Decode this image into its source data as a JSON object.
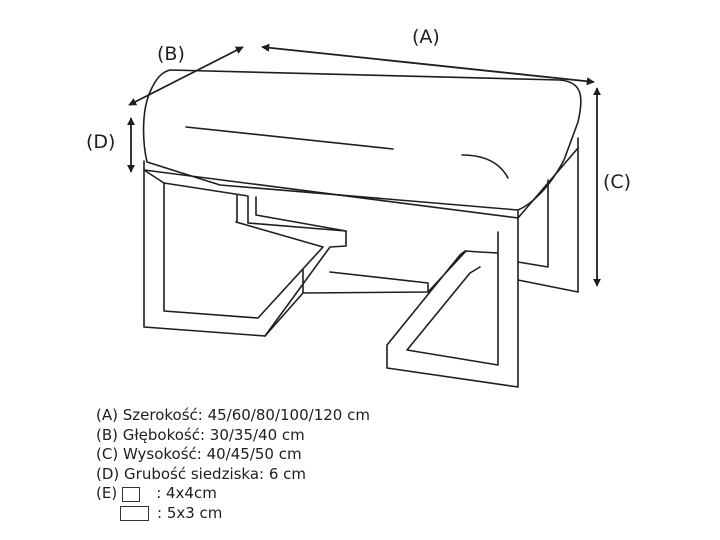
{
  "dimension_labels": {
    "a": "(A)",
    "b": "(B)",
    "c": "(C)",
    "d": "(D)"
  },
  "legend": {
    "items": [
      "(A) Szerokość: 45/60/80/100/120 cm",
      "(B) Głębokość: 30/35/40 cm",
      "(C) Wysokość: 40/45/50 cm",
      "(D) Grubość siedziska: 6 cm"
    ],
    "e_label": "(E)",
    "e_size_1": ": 4x4cm",
    "e_size_2": ": 5x3 cm"
  },
  "colors": {
    "line": "#1e1e1e",
    "background": "#ffffff"
  }
}
